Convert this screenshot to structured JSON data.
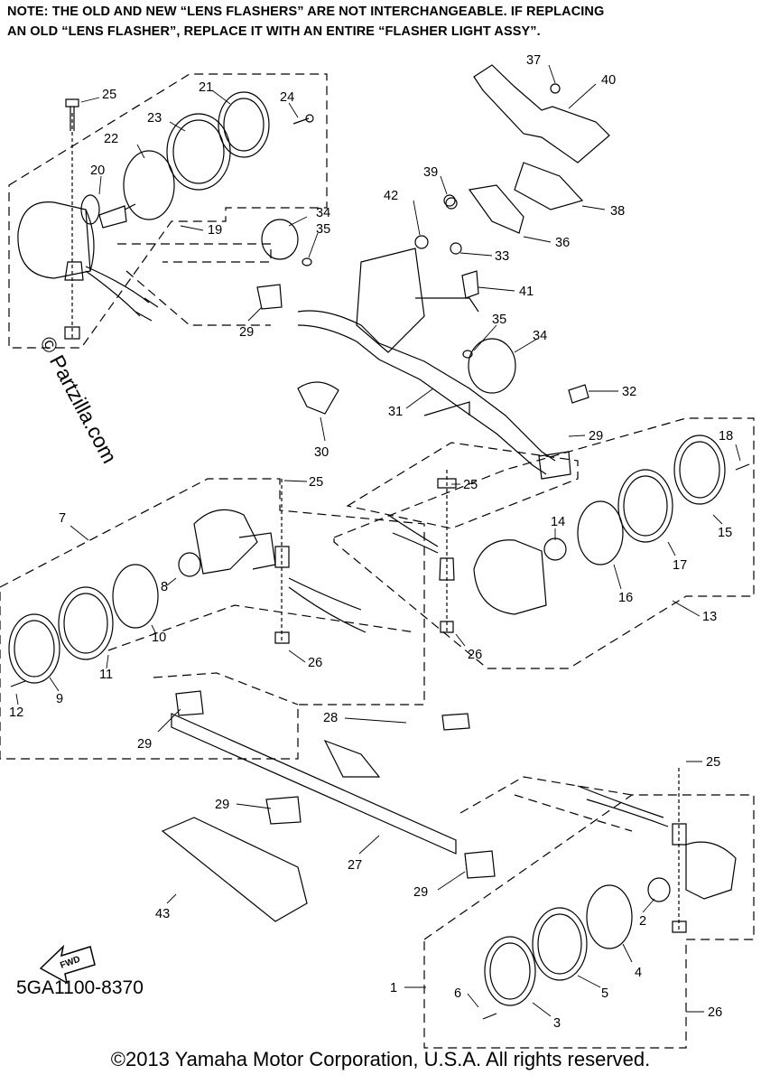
{
  "note": {
    "line1": "NOTE: THE OLD AND NEW “LENS FLASHERS” ARE NOT INTERCHANGEABLE. IF REPLACING",
    "line2": "AN OLD “LENS FLASHER”, REPLACE IT WITH AN ENTIRE “FLASHER LIGHT ASSY”."
  },
  "watermark": "© Partzilla.com",
  "fwd_label": "FWD",
  "drawing_code": "5GA1100-8370",
  "copyright": "©2013 Yamaha Motor Corporation, U.S.A. All rights reserved.",
  "callouts": [
    {
      "id": "c25a",
      "text": "25"
    },
    {
      "id": "c21",
      "text": "21"
    },
    {
      "id": "c24",
      "text": "24"
    },
    {
      "id": "c23",
      "text": "23"
    },
    {
      "id": "c22",
      "text": "22"
    },
    {
      "id": "c20",
      "text": "20"
    },
    {
      "id": "c19",
      "text": "19"
    },
    {
      "id": "c37",
      "text": "37"
    },
    {
      "id": "c40",
      "text": "40"
    },
    {
      "id": "c39",
      "text": "39"
    },
    {
      "id": "c42",
      "text": "42"
    },
    {
      "id": "c38",
      "text": "38"
    },
    {
      "id": "c34a",
      "text": "34"
    },
    {
      "id": "c35a",
      "text": "35"
    },
    {
      "id": "c36",
      "text": "36"
    },
    {
      "id": "c33",
      "text": "33"
    },
    {
      "id": "c41",
      "text": "41"
    },
    {
      "id": "c29a",
      "text": "29"
    },
    {
      "id": "c35b",
      "text": "35"
    },
    {
      "id": "c34b",
      "text": "34"
    },
    {
      "id": "c32",
      "text": "32"
    },
    {
      "id": "c31",
      "text": "31"
    },
    {
      "id": "c29b",
      "text": "29"
    },
    {
      "id": "c30",
      "text": "30"
    },
    {
      "id": "c18",
      "text": "18"
    },
    {
      "id": "c25b",
      "text": "25"
    },
    {
      "id": "c25c",
      "text": "25"
    },
    {
      "id": "c7",
      "text": "7"
    },
    {
      "id": "c14",
      "text": "14"
    },
    {
      "id": "c15",
      "text": "15"
    },
    {
      "id": "c17",
      "text": "17"
    },
    {
      "id": "c8",
      "text": "8"
    },
    {
      "id": "c16",
      "text": "16"
    },
    {
      "id": "c13",
      "text": "13"
    },
    {
      "id": "c10",
      "text": "10"
    },
    {
      "id": "c11",
      "text": "11"
    },
    {
      "id": "c26a",
      "text": "26"
    },
    {
      "id": "c26b",
      "text": "26"
    },
    {
      "id": "c9",
      "text": "9"
    },
    {
      "id": "c12",
      "text": "12"
    },
    {
      "id": "c28",
      "text": "28"
    },
    {
      "id": "c29c",
      "text": "29"
    },
    {
      "id": "c25d",
      "text": "25"
    },
    {
      "id": "c29d",
      "text": "29"
    },
    {
      "id": "c27",
      "text": "27"
    },
    {
      "id": "c29e",
      "text": "29"
    },
    {
      "id": "c43",
      "text": "43"
    },
    {
      "id": "c2",
      "text": "2"
    },
    {
      "id": "c4",
      "text": "4"
    },
    {
      "id": "c1",
      "text": "1"
    },
    {
      "id": "c5",
      "text": "5"
    },
    {
      "id": "c6",
      "text": "6"
    },
    {
      "id": "c3",
      "text": "3"
    },
    {
      "id": "c26c",
      "text": "26"
    }
  ]
}
